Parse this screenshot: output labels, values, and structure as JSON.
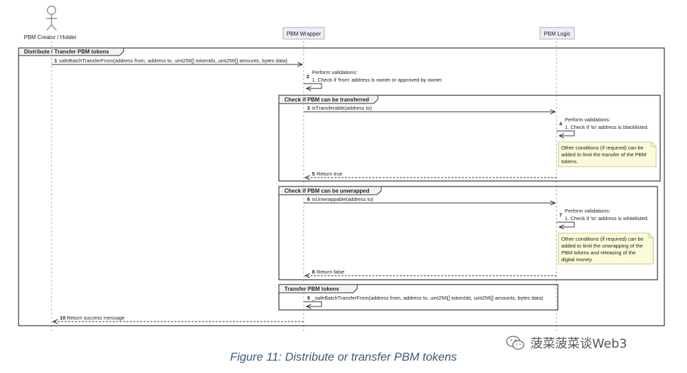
{
  "participants": [
    "PBM Creator / Holder",
    "PBM Wrapper",
    "PBM Logic"
  ],
  "frames": {
    "outer": "Distribute / Transfer PBM tokens",
    "check_transfer": "Check if PBM can be transferred",
    "check_unwrap": "Check if PBM can be unwrapped",
    "transfer": "Transfer PBM tokens"
  },
  "messages": [
    {
      "num": "1",
      "text": "safeBatchTransferFrom(address from, address to, uint256[] tokenIds, uint256[] amounts, bytes data)"
    },
    {
      "num": "2",
      "lines": [
        "Perform validations:",
        "1. Check if 'from' address is owner or approved by owner."
      ]
    },
    {
      "num": "3",
      "text": "isTransferable(address to)"
    },
    {
      "num": "4",
      "lines": [
        "Perform validations:",
        "1. Check if 'to' address is blacklisted."
      ]
    },
    {
      "num": "5",
      "text": "Return true"
    },
    {
      "num": "6",
      "text": "isUnwrappable(address to)"
    },
    {
      "num": "7",
      "lines": [
        "Perform validations:",
        "1. Check if 'to' address is whitelisted."
      ]
    },
    {
      "num": "8",
      "text": "Return false"
    },
    {
      "num": "9",
      "text": "_safeBatchTransferFrom(address from, address to, uint256[] tokenIds, uint256[] amounts, bytes data)"
    },
    {
      "num": "10",
      "text": "Return success message"
    }
  ],
  "notes": {
    "transfer": [
      "Other conditions (if required) can be",
      "added to limit the transfer of the PBM",
      "tokens."
    ],
    "unwrap": [
      "Other conditions (if required) can be",
      "added to limit the unwrapping of the",
      "PBM tokens and releasing of the",
      "digital money."
    ]
  },
  "caption": "Figure 11: Distribute or transfer PBM tokens",
  "watermark": "菠菜菠菜谈Web3"
}
